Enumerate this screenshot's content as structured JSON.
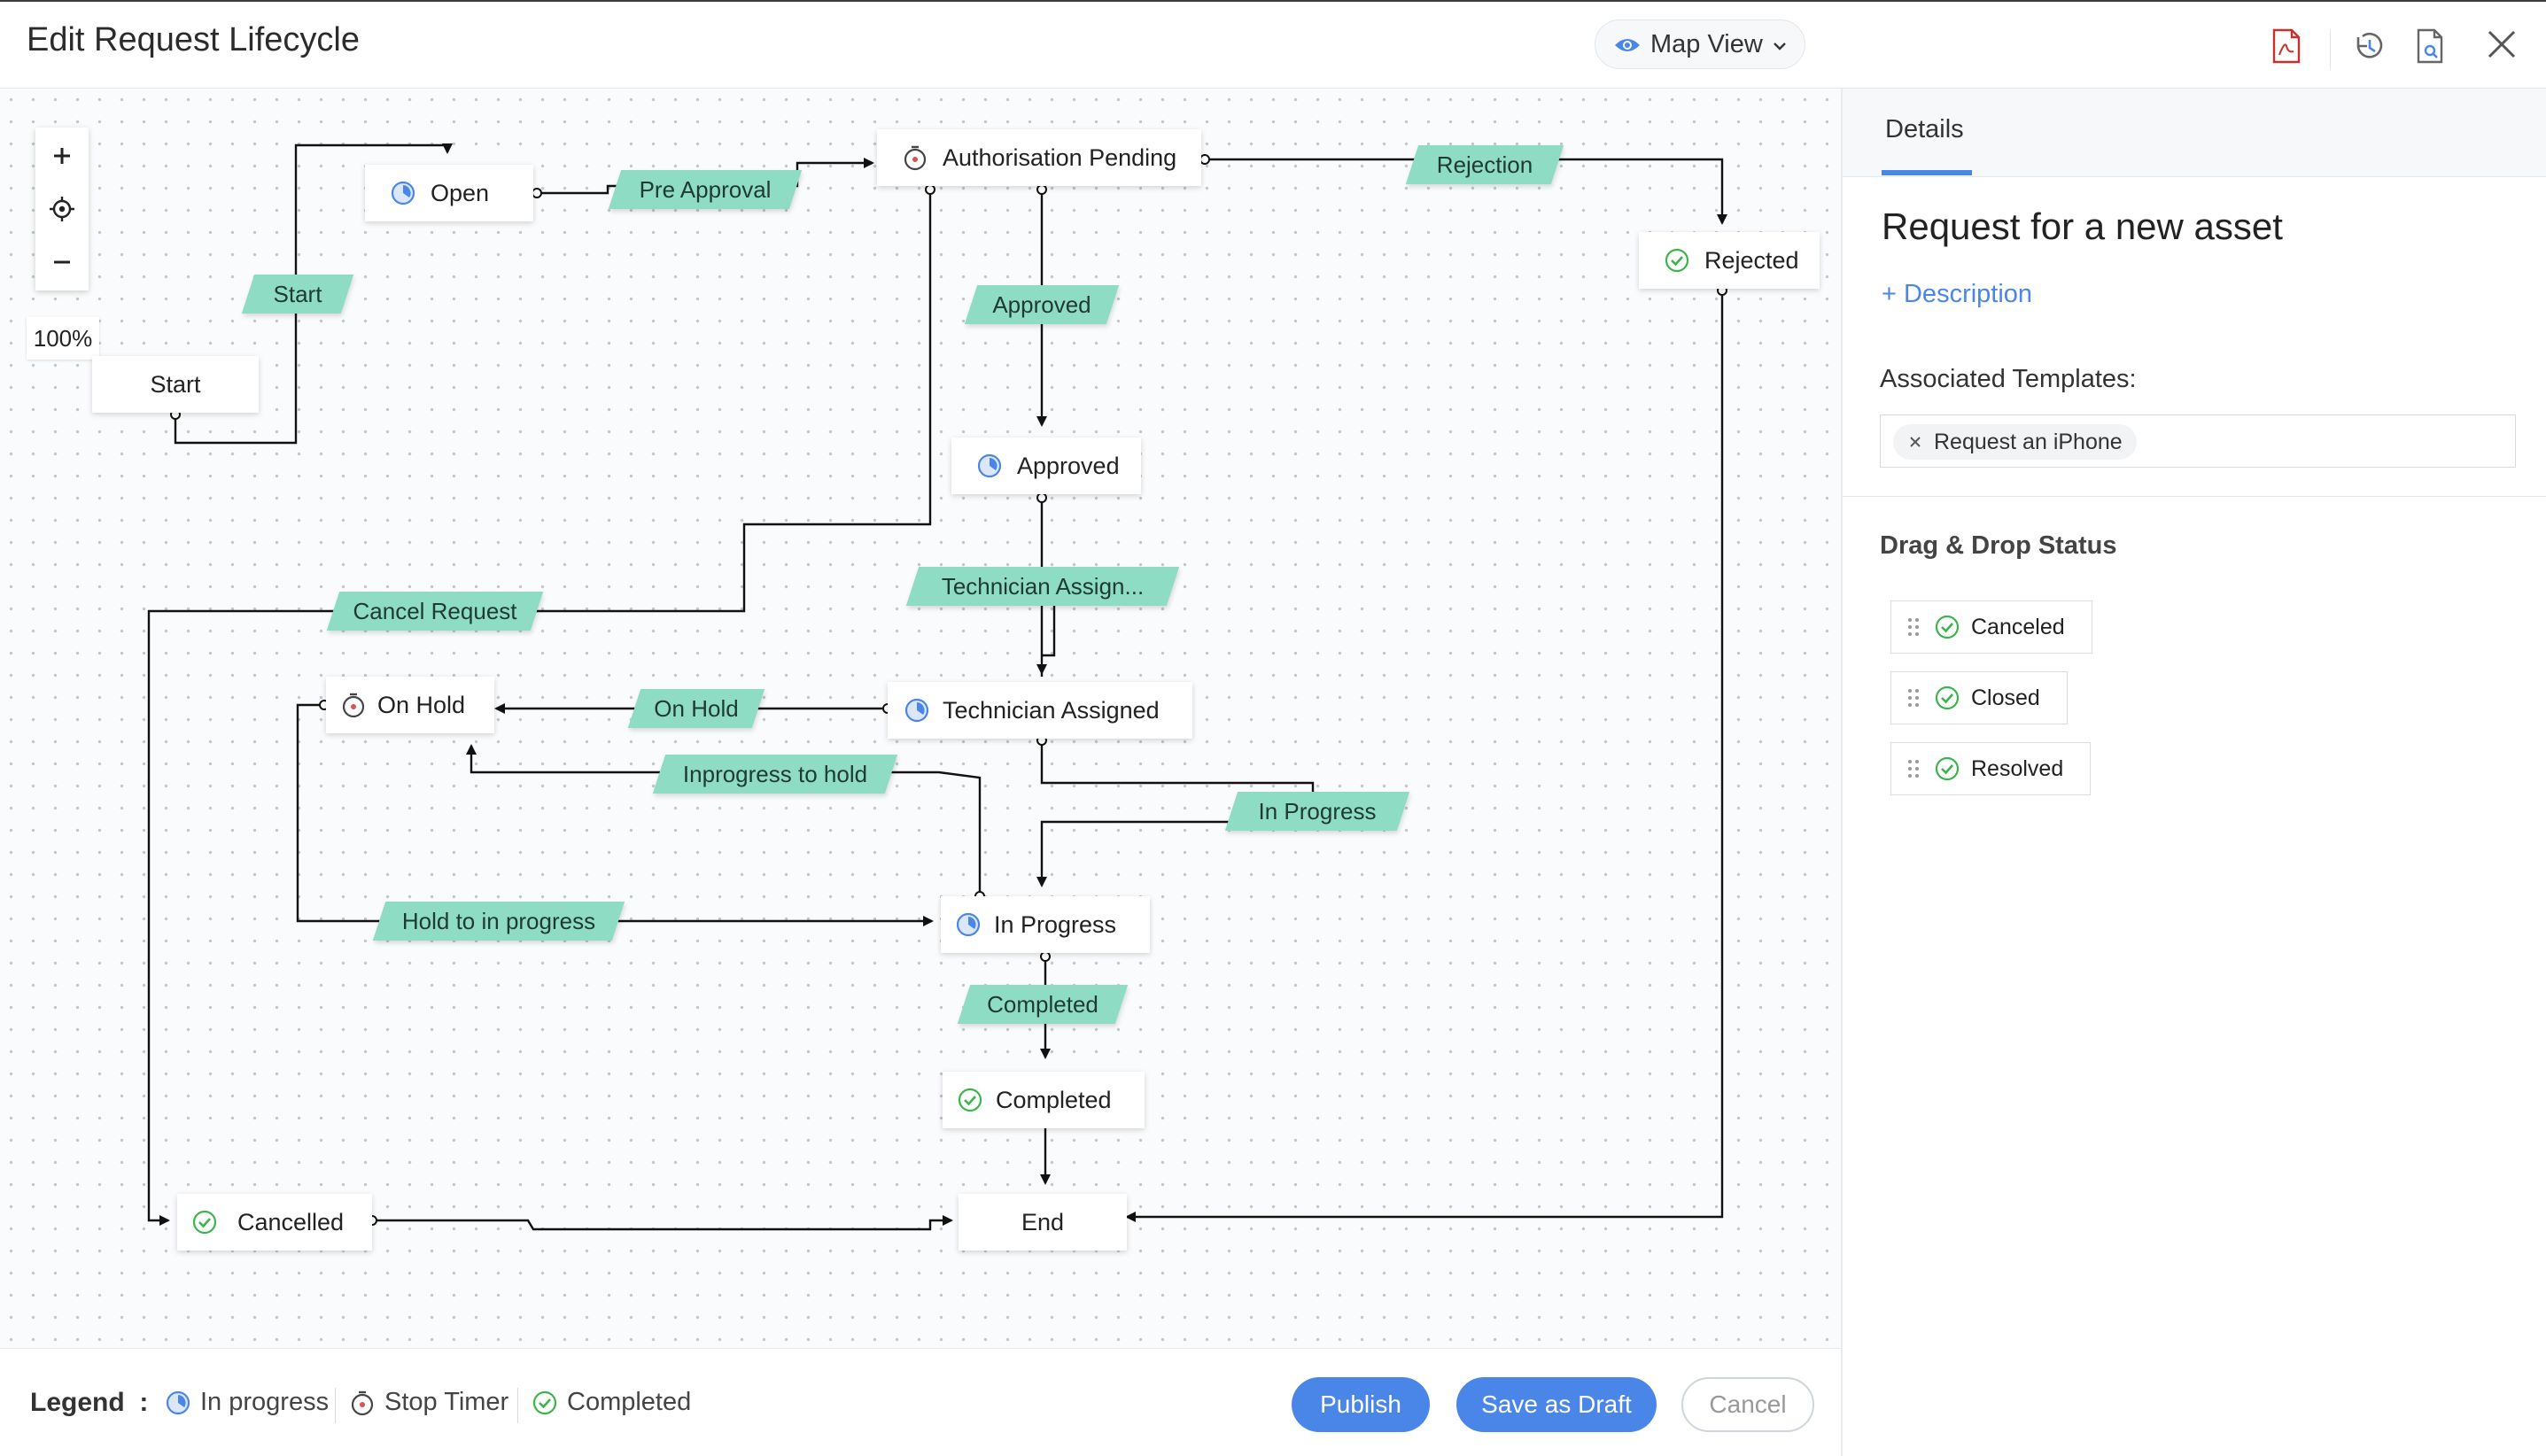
{
  "header": {
    "title": "Edit Request Lifecycle",
    "view_selector": "Map View"
  },
  "canvas": {
    "zoom_level": "100%",
    "nodes": [
      {
        "id": "start",
        "label": "Start",
        "icon": "none"
      },
      {
        "id": "open",
        "label": "Open",
        "icon": "in-progress-icon"
      },
      {
        "id": "auth",
        "label": "Authorisation Pending",
        "icon": "stop-timer-icon"
      },
      {
        "id": "rejected",
        "label": "Rejected",
        "icon": "completed-icon"
      },
      {
        "id": "approved",
        "label": "Approved",
        "icon": "in-progress-icon"
      },
      {
        "id": "onhold",
        "label": "On Hold",
        "icon": "stop-timer-icon"
      },
      {
        "id": "techassigned",
        "label": "Technician Assigned",
        "icon": "in-progress-icon"
      },
      {
        "id": "inprogress",
        "label": "In Progress",
        "icon": "in-progress-icon"
      },
      {
        "id": "completed",
        "label": "Completed",
        "icon": "completed-icon"
      },
      {
        "id": "cancelled",
        "label": "Cancelled",
        "icon": "completed-icon"
      },
      {
        "id": "end",
        "label": "End",
        "icon": "none"
      }
    ],
    "transitions": [
      {
        "id": "t_start",
        "label": "Start"
      },
      {
        "id": "t_preapproval",
        "label": "Pre Approval"
      },
      {
        "id": "t_rejection",
        "label": "Rejection"
      },
      {
        "id": "t_approved",
        "label": "Approved"
      },
      {
        "id": "t_techassign",
        "label": "Technician Assign..."
      },
      {
        "id": "t_cancel",
        "label": "Cancel Request"
      },
      {
        "id": "t_onhold",
        "label": "On Hold"
      },
      {
        "id": "t_inprog_hold",
        "label": "Inprogress to hold"
      },
      {
        "id": "t_inprogress",
        "label": "In Progress"
      },
      {
        "id": "t_hold_inprog",
        "label": "Hold to in progress"
      },
      {
        "id": "t_completed",
        "label": "Completed"
      }
    ]
  },
  "legend": {
    "title": "Legend",
    "colon": ":",
    "items": [
      {
        "label": "In progress",
        "icon": "in-progress-icon"
      },
      {
        "label": "Stop Timer",
        "icon": "stop-timer-icon"
      },
      {
        "label": "Completed",
        "icon": "completed-icon"
      }
    ]
  },
  "actions": {
    "publish": "Publish",
    "save_draft": "Save as Draft",
    "cancel": "Cancel"
  },
  "panel": {
    "tab": "Details",
    "request_title": "Request for a new asset",
    "description_link": "+ Description",
    "associated_label": "Associated Templates:",
    "template_chip": "Request an iPhone",
    "dragdrop_title": "Drag & Drop Status",
    "dragdrop_items": [
      {
        "label": "Canceled"
      },
      {
        "label": "Closed"
      },
      {
        "label": "Resolved"
      }
    ]
  },
  "colors": {
    "accent": "#4a86e8",
    "transition_fill": "#8fdcc4",
    "completed_green": "#3bb54a",
    "stop_timer_red": "#d9534f"
  }
}
